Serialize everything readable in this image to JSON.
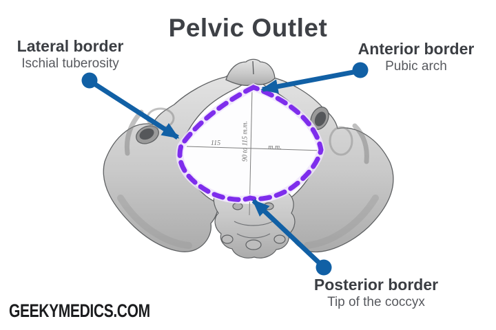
{
  "title": "Pelvic Outlet",
  "watermark": "GEEKYMEDICS.COM",
  "colors": {
    "arrow_blue": "#1160a5",
    "outline_purple": "#7e2dec",
    "title_gray": "#3e4146",
    "label_gray": "#3b3e43",
    "sublabel_gray": "#57595e",
    "bone_gray": "#cfcfcf"
  },
  "labels": {
    "lateral": {
      "title": "Lateral border",
      "subtitle": "Ischial tuberosity"
    },
    "anterior": {
      "title": "Anterior border",
      "subtitle": "Pubic arch"
    },
    "posterior": {
      "title": "Posterior border",
      "subtitle": "Tip of the coccyx"
    }
  },
  "figure": {
    "description": "Engraved inferior view of the bony pelvis with the pelvic outlet outlined by a dashed purple diamond",
    "measurements": {
      "transverse_value": "115",
      "transverse_unit": "m.m.",
      "anteroposterior": "90 to 115 m.m."
    }
  }
}
